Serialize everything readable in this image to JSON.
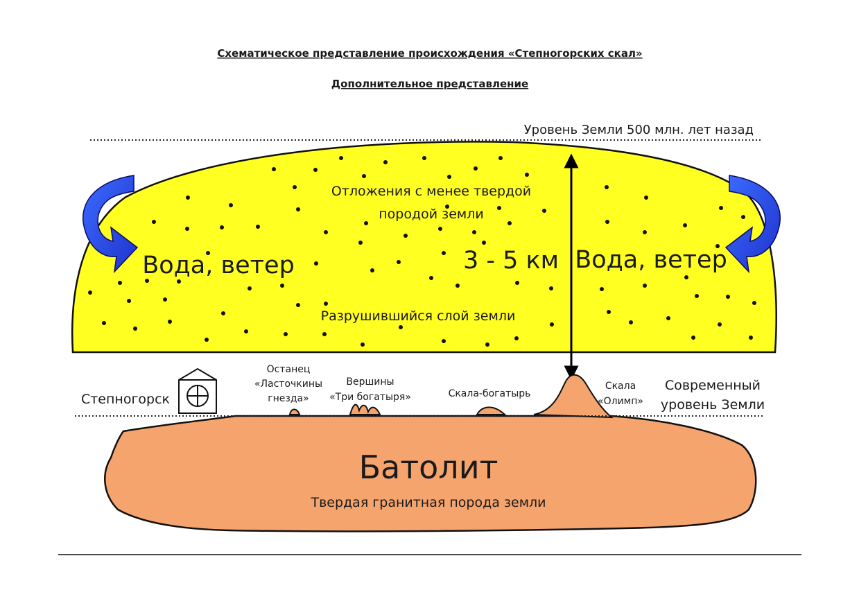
{
  "title": "Схематическое представление происхождения «Степногорских скал»",
  "subtitle": "Дополнительное представление",
  "ancient_level": "Уровень Земли 500 млн. лет назад",
  "sediment_label_line1": "Отложения с менее твердой",
  "sediment_label_line2": "породой земли",
  "erosion_left": "Вода, ветер",
  "erosion_right": "Вода, ветер",
  "thickness": "3 - 5 км",
  "weathered_layer": "Разрушившийся слой земли",
  "town": "Степногорск",
  "landmarks": {
    "swallow_line1": "Останец",
    "swallow_line2": "«Ласточкины",
    "swallow_line3": "гнезда»",
    "bogatyrs_line1": "Вершины",
    "bogatyrs_line2": "«Три богатыря»",
    "bogatyr": "Скала-богатырь",
    "olymp_line1": "Скала",
    "olymp_line2": "«Олимп»"
  },
  "modern_level_line1": "Современный",
  "modern_level_line2": "уровень Земли",
  "batholith": "Батолит",
  "batholith_desc": "Твердая гранитная порода земли",
  "colors": {
    "sediment": "#ffff22",
    "batholith": "#f6a46d",
    "arrow_blue": "#1f33cc",
    "arrow_blue_light": "#3b6bff"
  }
}
